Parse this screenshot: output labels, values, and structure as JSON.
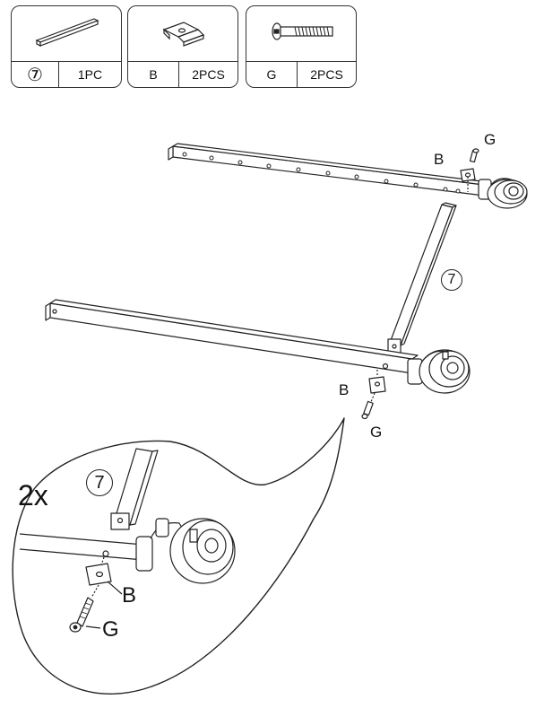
{
  "parts_table": [
    {
      "id": "⑦",
      "qty": "1PC",
      "icon": "rail-icon"
    },
    {
      "id": "B",
      "qty": "2PCS",
      "icon": "bracket-plate-icon"
    },
    {
      "id": "G",
      "qty": "2PCS",
      "icon": "bolt-icon"
    }
  ],
  "callouts": {
    "g_top": "G",
    "b_top": "B",
    "seven_mid": "7",
    "b_lower": "B",
    "g_lower": "G",
    "multiplier": "2x",
    "seven_zoom": "7",
    "b_zoom": "B",
    "g_zoom": "G"
  }
}
